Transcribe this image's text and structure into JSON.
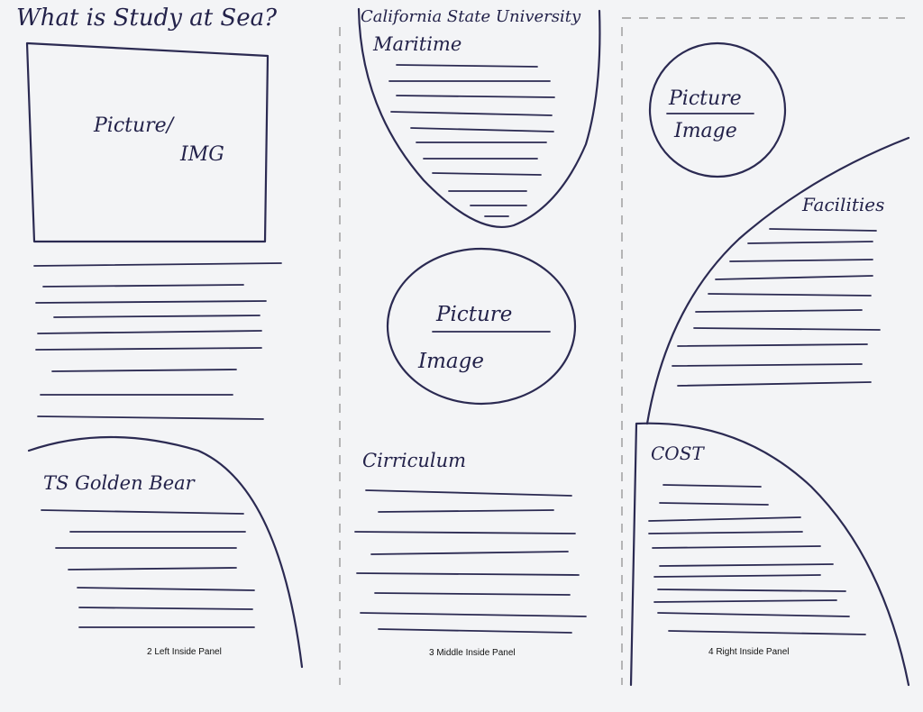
{
  "left_panel": {
    "heading": "What is Study at Sea?",
    "picture_label_1": "Picture/",
    "picture_label_2": "IMG",
    "section_title": "TS Golden Bear",
    "footer": "2 Left Inside Panel"
  },
  "middle_panel": {
    "heading_line_1": "California State University",
    "heading_line_2": "Maritime",
    "picture_label_1": "Picture",
    "picture_label_2": "Image",
    "section_title": "Cirriculum",
    "footer": "3 Middle Inside Panel"
  },
  "right_panel": {
    "picture_label_1": "Picture",
    "picture_label_2": "Image",
    "section_title_1": "Facilities",
    "section_title_2": "COST",
    "footer": "4 Right Inside Panel"
  },
  "colors": {
    "ink": "#2b2a52",
    "paper": "#f3f4f6",
    "fold": "#8a8a8a"
  }
}
